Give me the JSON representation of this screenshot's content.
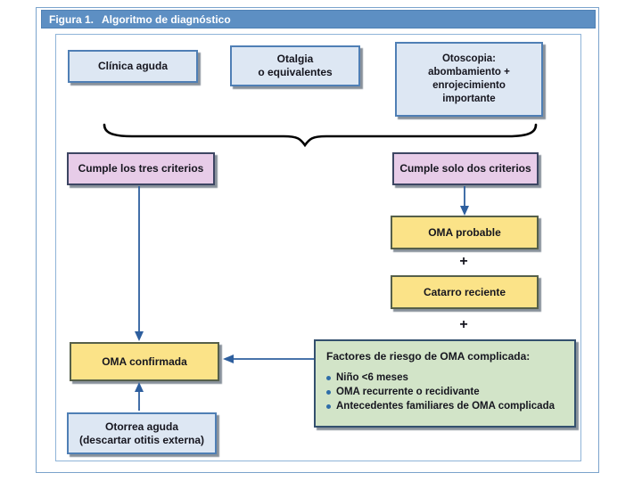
{
  "header": {
    "label": "Figura 1.",
    "title": "Algoritmo de diagnóstico"
  },
  "top_row": {
    "clinica": "Clínica aguda",
    "otalgia": "Otalgia\no equivalentes",
    "otoscopia": "Otoscopia:\nabombamiento +\nenrojecimiento\nimportante"
  },
  "criteria": {
    "all_three": "Cumple los tres criterios",
    "only_two": "Cumple solo dos criterios"
  },
  "right_branch": {
    "oma_probable": "OMA probable",
    "plus_1": "+",
    "catarro": "Catarro reciente",
    "plus_2": "+"
  },
  "risk": {
    "title": "Factores de riesgo de OMA complicada:",
    "items": [
      "Niño <6 meses",
      "OMA recurrente o recidivante",
      "Antecedentes familiares de OMA complicada"
    ]
  },
  "left_branch": {
    "oma_confirmada": "OMA confirmada",
    "otorrea": "Otorrea aguda\n(descartar otitis externa)"
  },
  "colors": {
    "header_bar": "#5d8fc3",
    "panel_border": "#7ba3cc",
    "blue_box_fill": "#dde7f3",
    "blue_box_border": "#4f7fb5",
    "pink_box_fill": "#e7cce8",
    "pink_box_border": "#3d4663",
    "yellow_box_fill": "#fbe388",
    "yellow_box_border": "#56604a",
    "green_box_fill": "#d2e4c8",
    "green_box_border": "#33506e",
    "arrow": "#2e5f9e",
    "brace": "#000000",
    "bullet": "#2e6da8"
  }
}
